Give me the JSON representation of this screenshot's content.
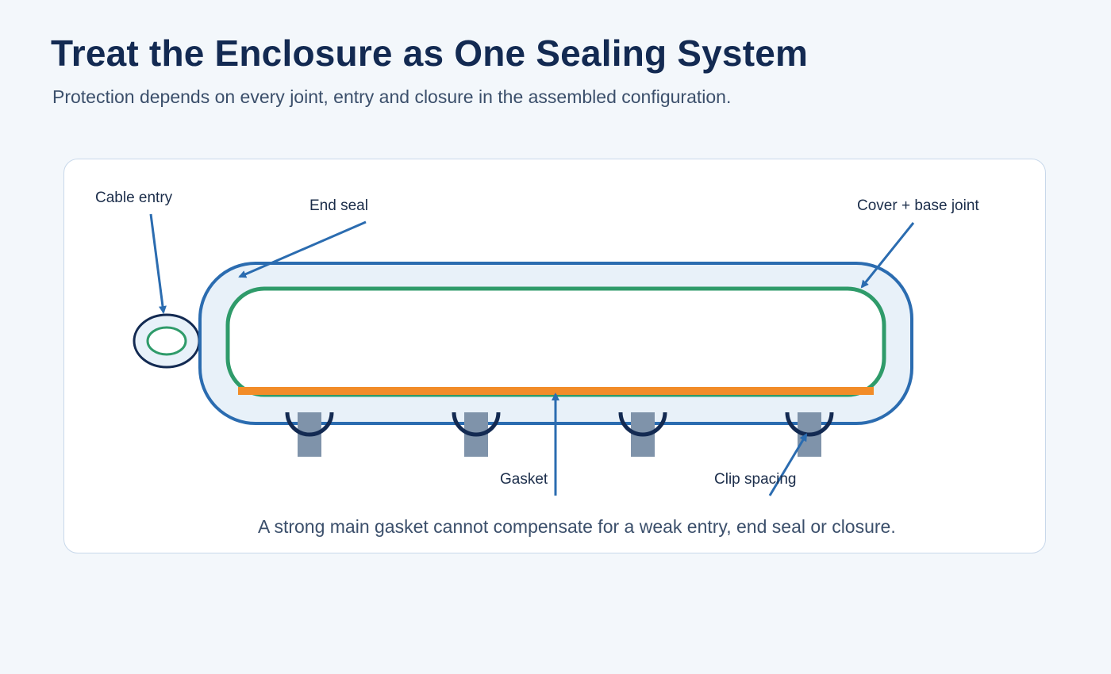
{
  "header": {
    "title": "Treat the Enclosure as One Sealing System",
    "subtitle": "Protection depends on every joint, entry and closure in the assembled configuration."
  },
  "diagram": {
    "labels": {
      "cable_entry": "Cable entry",
      "end_seal": "End seal",
      "cover_base_joint": "Cover + base joint",
      "gasket": "Gasket",
      "clip_spacing": "Clip spacing"
    },
    "note": "A strong main gasket cannot compensate for a weak entry, end seal or closure.",
    "clip_count": 4,
    "colors": {
      "housing_outline": "#2b6cb0",
      "housing_fill": "#e8f1f9",
      "inner_seal": "#2f9b6a",
      "gasket": "#f28c28",
      "clip": "#132a52",
      "clip_foot": "#7f93aa",
      "arrow": "#2b6cb0",
      "text": "#1b2d4a"
    }
  }
}
